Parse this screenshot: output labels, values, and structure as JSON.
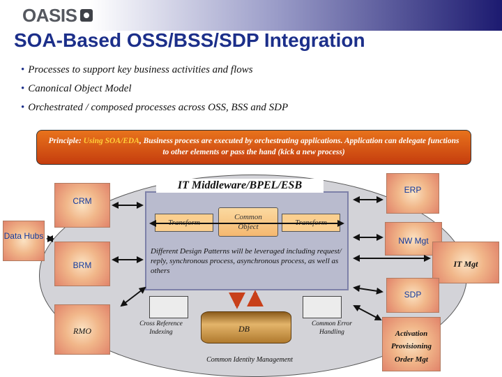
{
  "header": {
    "logo_text": "OASIS",
    "title": "SOA-Based OSS/BSS/SDP Integration"
  },
  "bullets": [
    "Processes to support key business activities and flows",
    "Canonical Object Model",
    "Orchestrated / composed processes across OSS, BSS and SDP"
  ],
  "principle": {
    "prefix": "Principle: ",
    "highlight": "Using SOA/EDA",
    "rest": ", Business process are executed by orchestrating applications. Application can delegate functions to other elements or pass the hand (kick a new process)"
  },
  "middleware": {
    "label": "IT Middleware/BPEL/ESB",
    "transform_left": "Transform",
    "common_object": "Common Object",
    "transform_right": "Transform",
    "design_patterns": "Different Design Patterns will be leveraged including request/ reply, synchronous process, asynchronous process, as well as others"
  },
  "left_systems": {
    "crm": "CRM",
    "data_hubs": "Data Hubs",
    "brm": "BRM",
    "rmo": "RMO"
  },
  "right_systems": {
    "erp": "ERP",
    "nw_mgt": "NW Mgt",
    "it_mgt": "IT Mgt",
    "sdp": "SDP",
    "activation": "Activation",
    "provisioning": "Provisioning",
    "order_mgt": "Order Mgt"
  },
  "bottom": {
    "cross_reference": "Cross Reference Indexing",
    "db": "DB",
    "common_error": "Common Error Handling",
    "common_identity": "Common Identity Management"
  },
  "colors": {
    "title_blue": "#1c2f8a",
    "principle_orange": "#d85416",
    "highlight_yellow": "#ffcf3a",
    "middleware_lavender": "#b9bbce"
  }
}
